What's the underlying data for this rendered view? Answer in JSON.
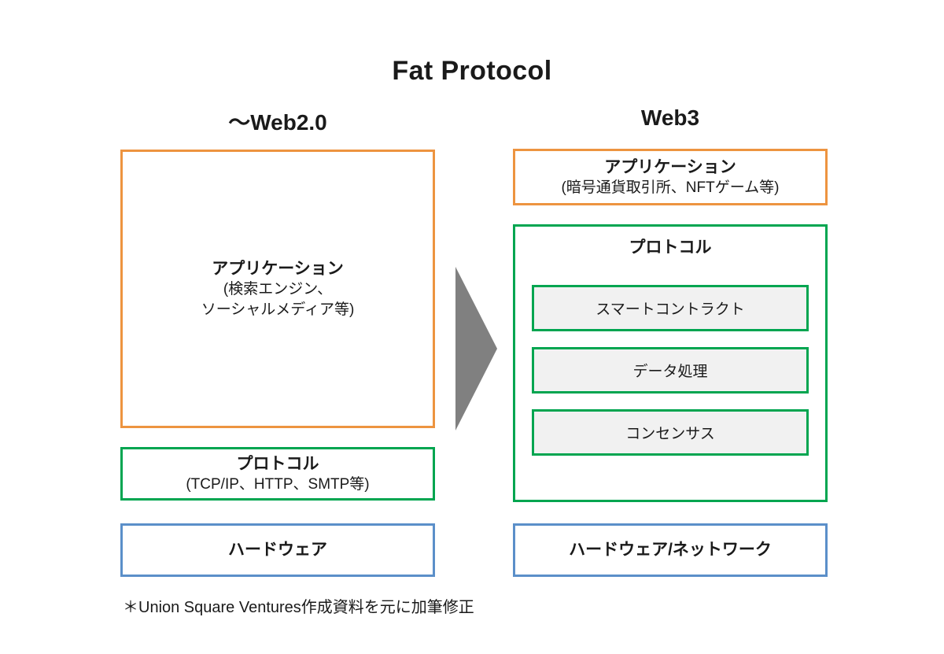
{
  "slide": {
    "title": "Fat Protocol",
    "footnote": "＊Union Square Ventures作成資料を元に加筆修正"
  },
  "colors": {
    "orange": "#ED9440",
    "green": "#00A550",
    "blue": "#5B8FC9",
    "sublayer_fill": "#F1F1F1",
    "arrow": "#808080",
    "text": "#1A1A1A",
    "background": "#FFFFFF"
  },
  "columns": [
    {
      "id": "web2",
      "header": "〜Web2.0",
      "layers": [
        {
          "id": "application",
          "title": "アプリケーション",
          "sub_line1": "(検索エンジン、",
          "sub_line2": "ソーシャルメディア等)",
          "border_color": "#ED9440"
        },
        {
          "id": "protocol",
          "title": "プロトコル",
          "sub_line1": "(TCP/IP、HTTP、SMTP等)",
          "border_color": "#00A550"
        },
        {
          "id": "hardware",
          "title": "ハードウェア",
          "border_color": "#5B8FC9"
        }
      ]
    },
    {
      "id": "web3",
      "header": "Web3",
      "layers": [
        {
          "id": "application",
          "title": "アプリケーション",
          "sub_line1": "(暗号通貨取引所、NFTゲーム等)",
          "border_color": "#ED9440"
        },
        {
          "id": "protocol",
          "title": "プロトコル",
          "border_color": "#00A550",
          "sublayers": [
            {
              "id": "smart-contract",
              "label": "スマートコントラクト"
            },
            {
              "id": "data-processing",
              "label": "データ処理"
            },
            {
              "id": "consensus",
              "label": "コンセンサス"
            }
          ]
        },
        {
          "id": "hardware",
          "title": "ハードウェア/ネットワーク",
          "border_color": "#5B8FC9"
        }
      ]
    }
  ],
  "arrow": {
    "name": "right-arrow-icon",
    "direction": "right",
    "color": "#808080"
  }
}
